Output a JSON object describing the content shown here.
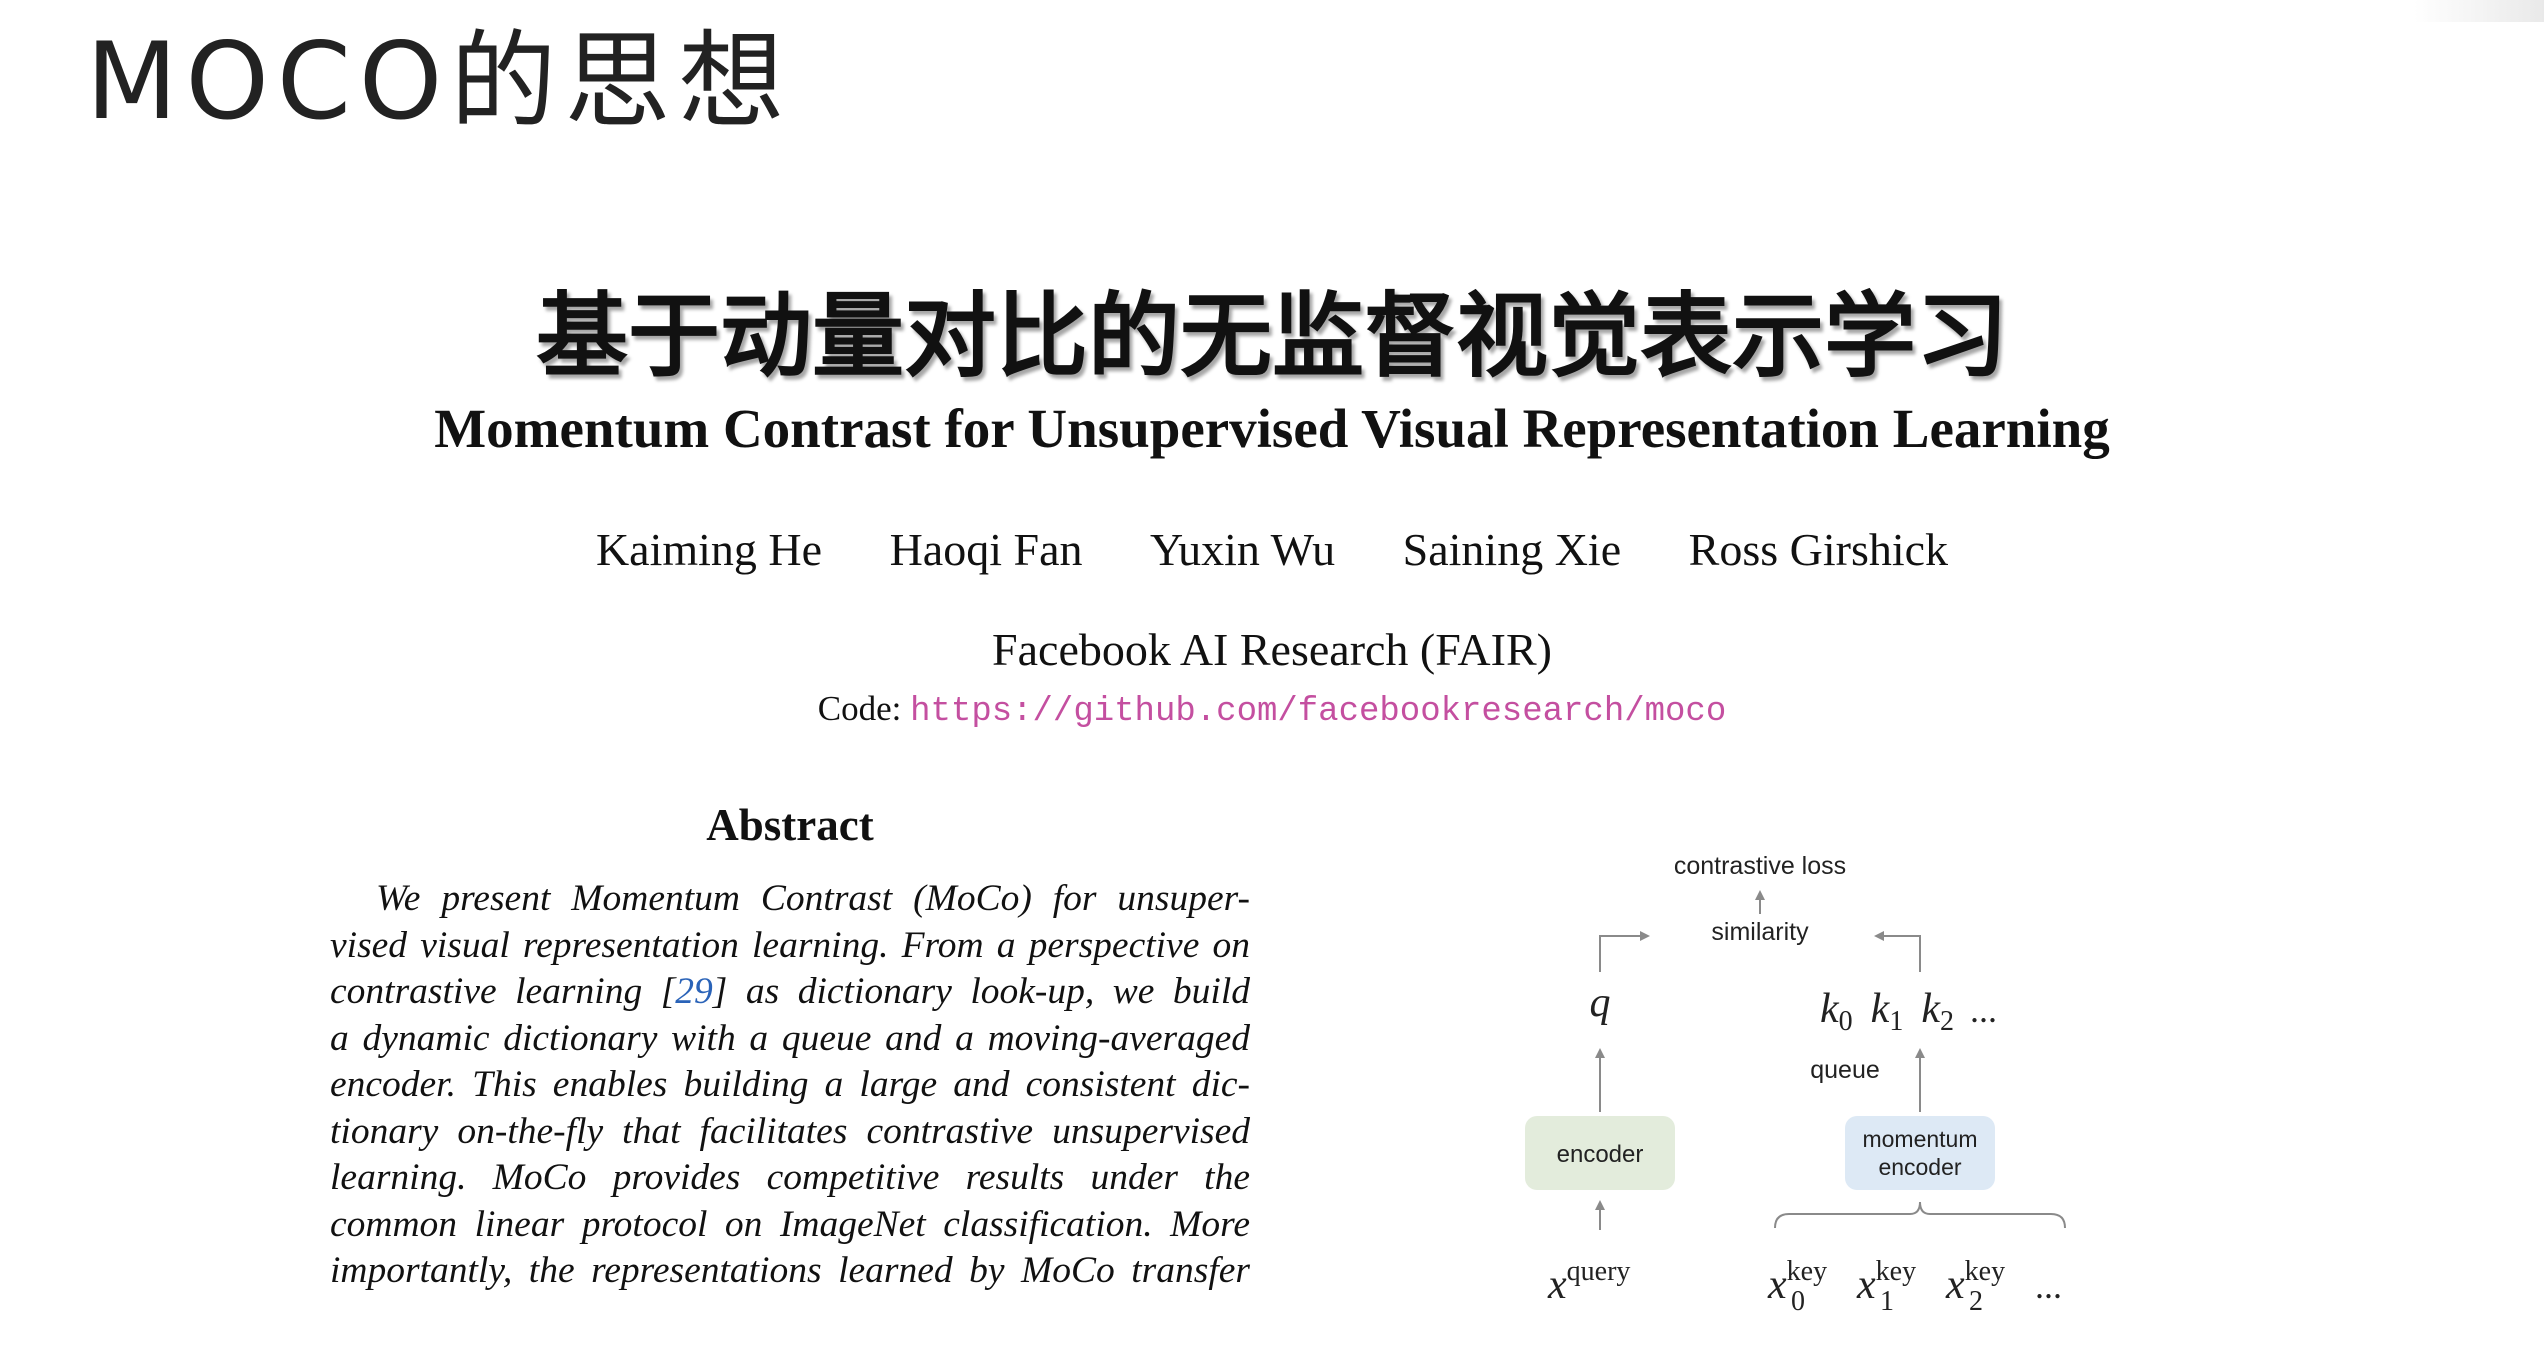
{
  "slide": {
    "title": "MOCO的思想"
  },
  "paper": {
    "title_zh": "基于动量对比的无监督视觉表示学习",
    "title_en": "Momentum Contrast for Unsupervised Visual Representation Learning",
    "authors": [
      "Kaiming He",
      "Haoqi Fan",
      "Yuxin Wu",
      "Saining Xie",
      "Ross Girshick"
    ],
    "affiliation": "Facebook AI Research (FAIR)",
    "code_label": "Code:",
    "code_url": "https://github.com/facebookresearch/moco",
    "abstract_heading": "Abstract",
    "abstract_lines": {
      "l1": "We present Momentum Contrast (MoCo) for unsuper-",
      "l2": "vised visual representation learning. From a perspective on",
      "l3_pre": "contrastive learning [",
      "l3_cite": "29",
      "l3_post": "] as dictionary look-up, we build",
      "l4": "a dynamic dictionary with a queue and a moving-averaged",
      "l5": "encoder. This enables building a large and consistent dic-",
      "l6": "tionary on-the-fly that facilitates contrastive unsupervised",
      "l7": "learning.  MoCo provides competitive results under the",
      "l8": "common linear protocol on ImageNet classification. More",
      "l9": "importantly, the representations learned by MoCo transfer"
    }
  },
  "figure": {
    "contrastive_loss": "contrastive loss",
    "similarity": "similarity",
    "q": "q",
    "k": "k",
    "k_sub": [
      "0",
      "1",
      "2"
    ],
    "ellipsis": "...",
    "queue": "queue",
    "encoder": "encoder",
    "momentum_encoder_l1": "momentum",
    "momentum_encoder_l2": "encoder",
    "x": "x",
    "query_sup": "query",
    "key_sup": "key",
    "x_sub": [
      "0",
      "1",
      "2"
    ],
    "colors": {
      "encoder_fill": "#e3ecdc",
      "momentum_fill": "#dde9f5",
      "arrow": "#8a8a8a"
    }
  }
}
